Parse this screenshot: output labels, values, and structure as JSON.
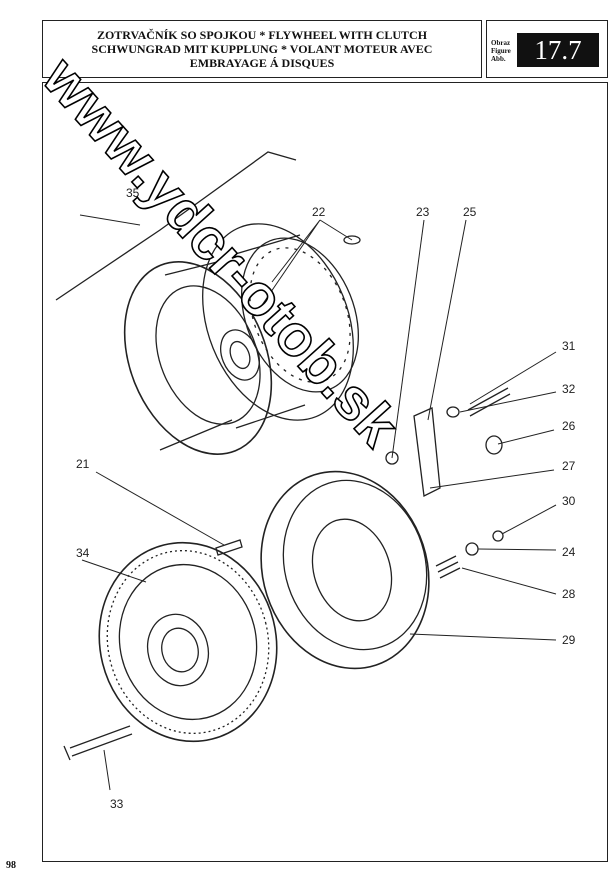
{
  "header": {
    "title_line1": "ZOTRVAČNÍK SO SPOJKOU * FLYWHEEL WITH CLUTCH",
    "title_line2": "SCHWUNGRAD MIT KUPPLUNG * VOLANT MOTEUR AVEC",
    "title_line3": "EMBRAYAGE Á DISQUES",
    "figure_words": [
      "Obraz",
      "Figure",
      "Abb."
    ],
    "figure_number": "17.7"
  },
  "callouts": [
    "35",
    "22",
    "23",
    "25",
    "31",
    "32",
    "26",
    "27",
    "21",
    "30",
    "24",
    "34",
    "28",
    "29",
    "33"
  ],
  "watermark": "www.ydcr-otob.sk",
  "page_number": "98"
}
